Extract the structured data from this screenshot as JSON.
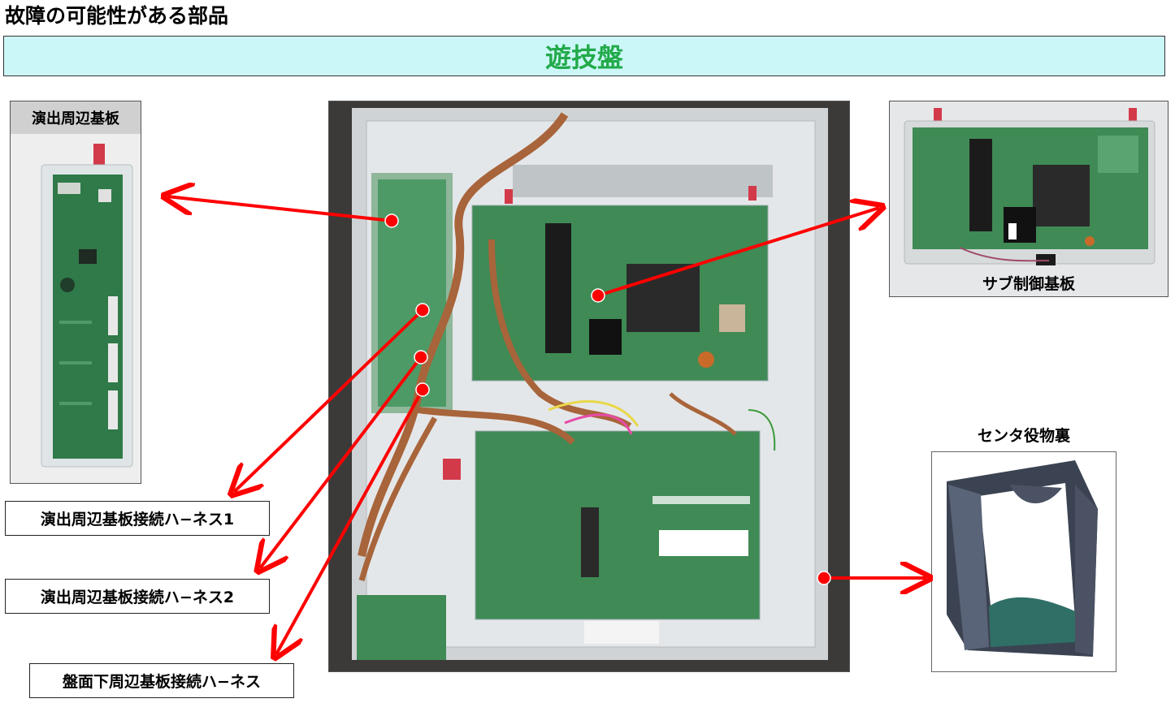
{
  "page": {
    "title": "故障の可能性がある部品",
    "banner": "遊技盤"
  },
  "parts": {
    "left_board": "演出周辺基板",
    "sub_board": "サブ制御基板",
    "center_back": "センタ役物裏"
  },
  "harness_labels": [
    "演出周辺基板接続ハ−ネス1",
    "演出周辺基板接続ハ−ネス2",
    "盤面下周辺基板接続ハ−ネス"
  ],
  "colors": {
    "banner_bg": "#ccf7f9",
    "banner_text": "#22aa4a",
    "arrow": "#ff0000",
    "pcb_green": "#3f8a55"
  }
}
